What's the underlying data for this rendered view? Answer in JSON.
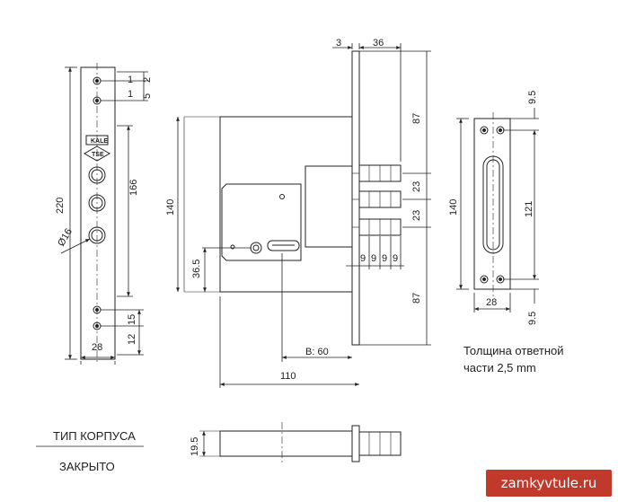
{
  "dims": {
    "front_220": "220",
    "front_166": "166",
    "front_16": "Ø16",
    "front_1a": "1",
    "front_1b": "1",
    "front_2": "2",
    "front_5": "5",
    "front_15": "15",
    "front_12": "12",
    "front_28": "28",
    "side_3": "3",
    "side_36": "36",
    "side_87_top": "87",
    "side_87_bottom": "87",
    "side_23a": "23",
    "side_23b": "23",
    "side_140": "140",
    "side_36_5": "36.5",
    "bolt_9": [
      "9",
      "9",
      "9",
      "9"
    ],
    "side_b60": "B: 60",
    "side_110": "110",
    "strike_9_5_top": "9.5",
    "strike_9_5_bottom": "9.5",
    "strike_140": "140",
    "strike_121": "121",
    "strike_28": "28",
    "bottom_19_5": "19.5"
  },
  "logo": {
    "top_text": "KALE",
    "bottom_text": "TSE"
  },
  "notes": {
    "strike_thickness_line1": "Толщина ответной",
    "strike_thickness_line2": "части  2,5 mm",
    "housing_type_label": "ТИП КОРПУСА",
    "housing_type_value": "ЗАКРЫТО"
  },
  "watermark": "zamkyvtule.ru"
}
